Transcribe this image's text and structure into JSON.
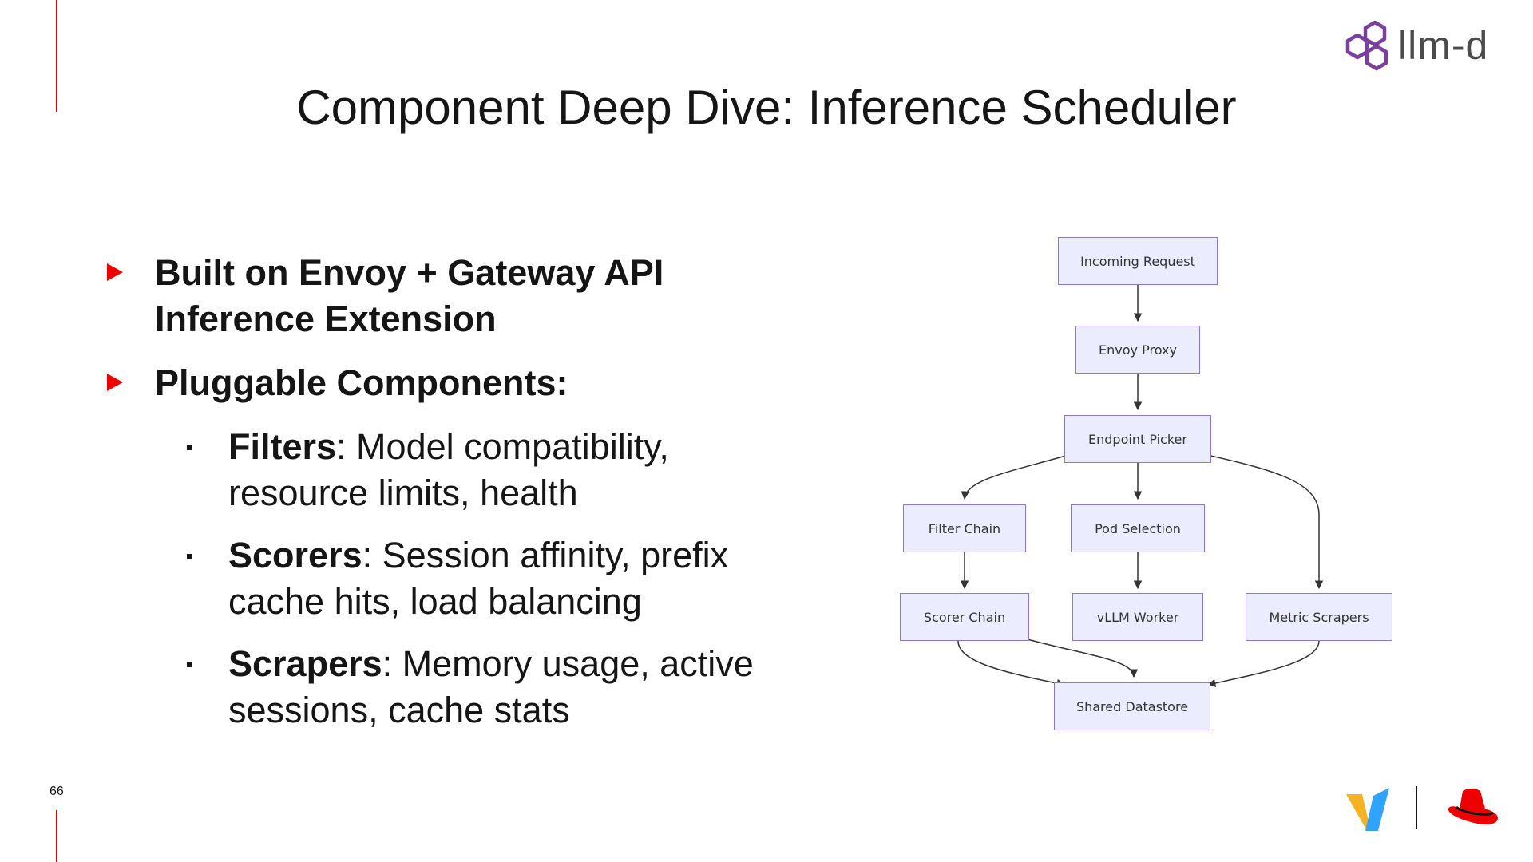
{
  "slide": {
    "title": "Component Deep Dive: Inference Scheduler",
    "page_number": "66",
    "logo_text": "llm-d"
  },
  "bullets": {
    "b1": "Built on Envoy + Gateway API Inference Extension",
    "b2": "Pluggable Components:",
    "sub": [
      {
        "term": "Filters",
        "text": ": Model compatibility, resource limits, health"
      },
      {
        "term": "Scorers",
        "text": ": Session affinity, prefix cache hits, load balancing"
      },
      {
        "term": "Scrapers",
        "text": ": Memory usage, active sessions, cache stats"
      }
    ]
  },
  "diagram": {
    "nodes": {
      "incoming_request": "Incoming Request",
      "envoy_proxy": "Envoy Proxy",
      "endpoint_picker": "Endpoint Picker",
      "filter_chain": "Filter Chain",
      "pod_selection": "Pod Selection",
      "scorer_chain": "Scorer Chain",
      "vllm_worker": "vLLM Worker",
      "metric_scrapers": "Metric Scrapers",
      "shared_datastore": "Shared Datastore"
    },
    "edges": [
      [
        "incoming_request",
        "envoy_proxy"
      ],
      [
        "envoy_proxy",
        "endpoint_picker"
      ],
      [
        "endpoint_picker",
        "filter_chain"
      ],
      [
        "endpoint_picker",
        "pod_selection"
      ],
      [
        "endpoint_picker",
        "metric_scrapers"
      ],
      [
        "filter_chain",
        "scorer_chain"
      ],
      [
        "pod_selection",
        "vllm_worker"
      ],
      [
        "scorer_chain",
        "shared_datastore"
      ],
      [
        "scorer_chain",
        "shared_datastore"
      ],
      [
        "metric_scrapers",
        "shared_datastore"
      ]
    ],
    "colors": {
      "node_fill": "#ECECFF",
      "node_border": "#9370DB",
      "edge": "#333333"
    }
  },
  "colors": {
    "accent": "#ee0000",
    "text": "#151515",
    "logo_purple": "#7b3fa0"
  },
  "icons": [
    "llm-d-logo-icon",
    "vllm-logo-icon",
    "red-hat-logo-icon"
  ]
}
